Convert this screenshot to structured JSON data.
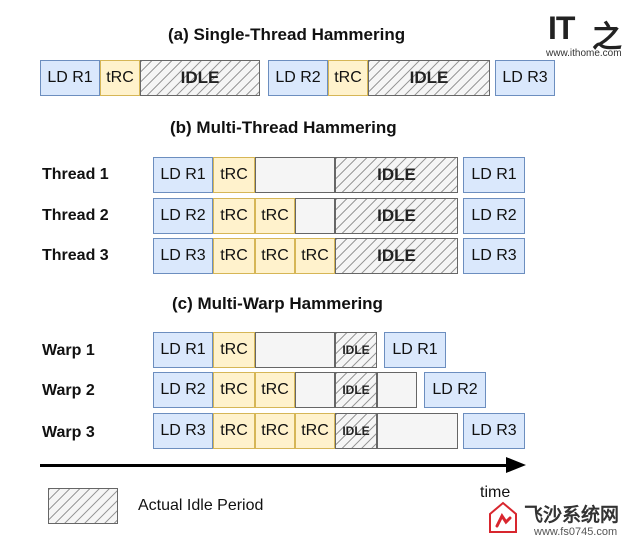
{
  "sections": {
    "single": {
      "title": "(a) Single-Thread Hammering"
    },
    "multi_thread": {
      "title": "(b) Multi-Thread Hammering"
    },
    "multi_warp": {
      "title": "(c) Multi-Warp Hammering"
    }
  },
  "labels": {
    "ld_r1": "LD R1",
    "ld_r2": "LD R2",
    "ld_r3": "LD R3",
    "trc": "tRC",
    "idle": "IDLE"
  },
  "rows": {
    "thread1": "Thread 1",
    "thread2": "Thread 2",
    "thread3": "Thread 3",
    "warp1": "Warp 1",
    "warp2": "Warp 2",
    "warp3": "Warp 3"
  },
  "axis": {
    "label": "time"
  },
  "legend": {
    "text": "Actual Idle Period"
  },
  "watermarks": {
    "top_site": "www.ithome.com",
    "top_brand": "IT",
    "bottom_name": "飞沙系统网",
    "bottom_url": "www.fs0745.com"
  },
  "colors": {
    "ld": "#dae8fc",
    "trc": "#fff2cc",
    "idle": "#f5f5f5",
    "plain": "#f5f5f5"
  }
}
